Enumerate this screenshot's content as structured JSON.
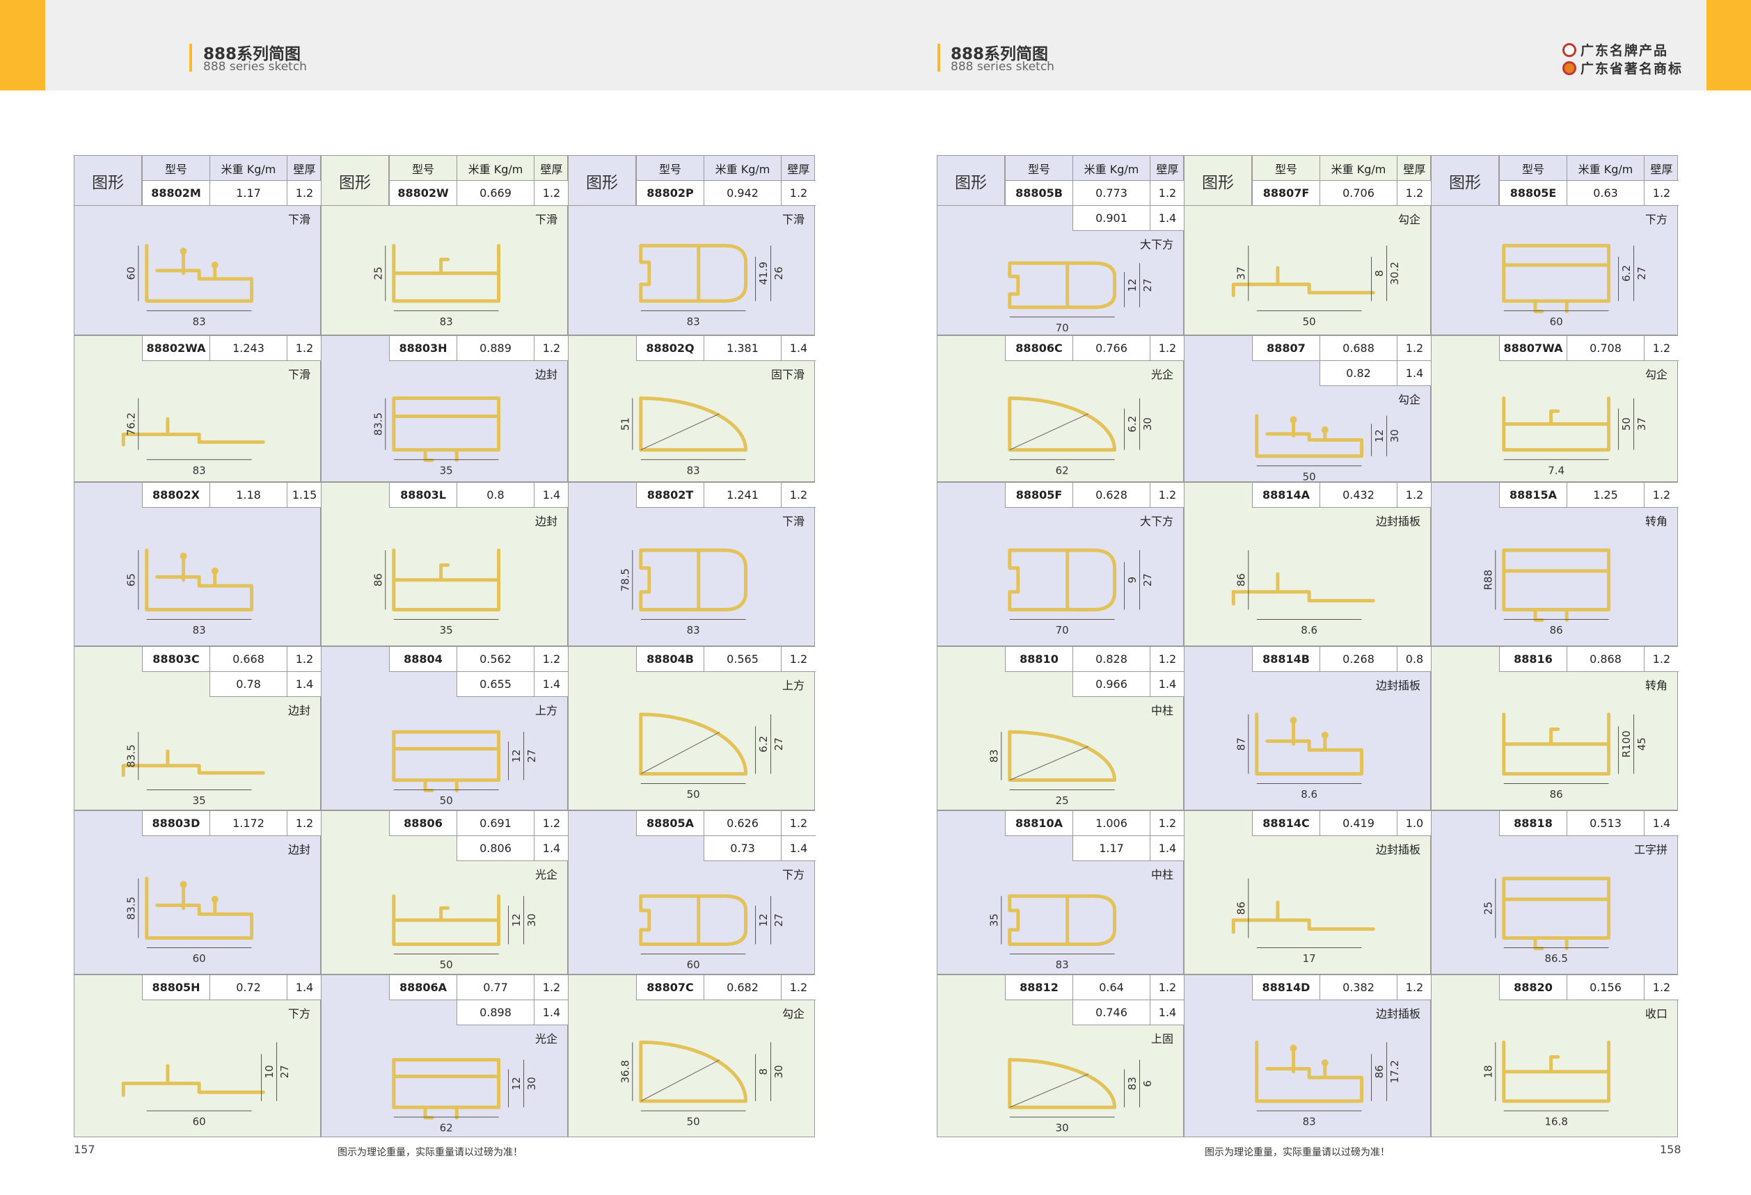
{
  "header": {
    "left": {
      "title": "888系列简图",
      "subtitle": "888 series sketch"
    },
    "right": {
      "title": "888系列简图",
      "subtitle": "888 series sketch"
    },
    "brand_lines": [
      "广东名牌产品",
      "广东省著名商标"
    ]
  },
  "columns": {
    "figure": "图形",
    "model": "型号",
    "weight": "米重 Kg/m",
    "thickness": "壁厚"
  },
  "footer": {
    "note": "图示为理论重量，实际重量请以过磅为准！",
    "page_left": "157",
    "page_right": "158"
  },
  "colors": {
    "accent": "#fbb92b",
    "profile": "#e3c25a",
    "cell_blue": "#e2e3f2",
    "cell_green": "#edf3e4"
  },
  "left_page": [
    [
      {
        "code": "88802M",
        "rows": [
          [
            "1.17",
            "1.2"
          ]
        ],
        "usage": "下滑",
        "dims": [
          "60",
          "83"
        ]
      },
      {
        "code": "88802W",
        "rows": [
          [
            "0.669",
            "1.2"
          ]
        ],
        "usage": "下滑",
        "dims": [
          "25",
          "83"
        ]
      },
      {
        "code": "88802P",
        "rows": [
          [
            "0.942",
            "1.2"
          ]
        ],
        "usage": "下滑",
        "dims": [
          "41.9",
          "26",
          "83"
        ]
      }
    ],
    [
      {
        "code": "88802WA",
        "rows": [
          [
            "1.243",
            "1.2"
          ]
        ],
        "usage": "下滑",
        "dims": [
          "76.2",
          "83"
        ]
      },
      {
        "code": "88803H",
        "rows": [
          [
            "0.889",
            "1.2"
          ]
        ],
        "usage": "边封",
        "dims": [
          "83.5",
          "35"
        ]
      },
      {
        "code": "88802Q",
        "rows": [
          [
            "1.381",
            "1.4"
          ]
        ],
        "usage": "固下滑",
        "dims": [
          "51",
          "83"
        ]
      }
    ],
    [
      {
        "code": "88802X",
        "rows": [
          [
            "1.18",
            "1.15"
          ]
        ],
        "usage": "",
        "dims": [
          "65",
          "83"
        ]
      },
      {
        "code": "88803L",
        "rows": [
          [
            "0.8",
            "1.4"
          ]
        ],
        "usage": "边封",
        "dims": [
          "86",
          "35"
        ]
      },
      {
        "code": "88802T",
        "rows": [
          [
            "1.241",
            "1.2"
          ]
        ],
        "usage": "下滑",
        "dims": [
          "78.5",
          "83"
        ]
      }
    ],
    [
      {
        "code": "88803C",
        "rows": [
          [
            "0.668",
            "1.2"
          ],
          [
            "0.78",
            "1.4"
          ]
        ],
        "usage": "边封",
        "dims": [
          "83.5",
          "35"
        ]
      },
      {
        "code": "88804",
        "rows": [
          [
            "0.562",
            "1.2"
          ],
          [
            "0.655",
            "1.4"
          ]
        ],
        "usage": "上方",
        "dims": [
          "12",
          "27",
          "50"
        ]
      },
      {
        "code": "88804B",
        "rows": [
          [
            "0.565",
            "1.2"
          ]
        ],
        "usage": "上方",
        "dims": [
          "6.2",
          "27",
          "50"
        ]
      }
    ],
    [
      {
        "code": "88803D",
        "rows": [
          [
            "1.172",
            "1.2"
          ]
        ],
        "usage": "边封",
        "dims": [
          "83.5",
          "60"
        ]
      },
      {
        "code": "88806",
        "rows": [
          [
            "0.691",
            "1.2"
          ],
          [
            "0.806",
            "1.4"
          ]
        ],
        "usage": "光企",
        "dims": [
          "12",
          "30",
          "50"
        ]
      },
      {
        "code": "88805A",
        "rows": [
          [
            "0.626",
            "1.2"
          ],
          [
            "0.73",
            "1.4"
          ]
        ],
        "usage": "下方",
        "dims": [
          "12",
          "27",
          "60"
        ]
      }
    ],
    [
      {
        "code": "88805H",
        "rows": [
          [
            "0.72",
            "1.4"
          ]
        ],
        "usage": "下方",
        "dims": [
          "10",
          "27",
          "60"
        ]
      },
      {
        "code": "88806A",
        "rows": [
          [
            "0.77",
            "1.2"
          ],
          [
            "0.898",
            "1.4"
          ]
        ],
        "usage": "光企",
        "dims": [
          "12",
          "30",
          "62"
        ]
      },
      {
        "code": "88807C",
        "rows": [
          [
            "0.682",
            "1.2"
          ]
        ],
        "usage": "勾企",
        "dims": [
          "36.8",
          "8",
          "30",
          "50"
        ]
      }
    ]
  ],
  "right_page": [
    [
      {
        "code": "88805B",
        "rows": [
          [
            "0.773",
            "1.2"
          ],
          [
            "0.901",
            "1.4"
          ]
        ],
        "usage": "大下方",
        "dims": [
          "12",
          "27",
          "70"
        ]
      },
      {
        "code": "88807F",
        "rows": [
          [
            "0.706",
            "1.2"
          ]
        ],
        "usage": "勾企",
        "dims": [
          "37",
          "8",
          "30.2",
          "50"
        ]
      },
      {
        "code": "88805E",
        "rows": [
          [
            "0.63",
            "1.2"
          ]
        ],
        "usage": "下方",
        "dims": [
          "6.2",
          "27",
          "60"
        ]
      }
    ],
    [
      {
        "code": "88806C",
        "rows": [
          [
            "0.766",
            "1.2"
          ]
        ],
        "usage": "光企",
        "dims": [
          "6.2",
          "30",
          "62"
        ]
      },
      {
        "code": "88807",
        "rows": [
          [
            "0.688",
            "1.2"
          ],
          [
            "0.82",
            "1.4"
          ]
        ],
        "usage": "勾企",
        "dims": [
          "12",
          "30",
          "50"
        ]
      },
      {
        "code": "88807WA",
        "rows": [
          [
            "0.708",
            "1.2"
          ]
        ],
        "usage": "勾企",
        "dims": [
          "50",
          "37",
          "7.4"
        ]
      }
    ],
    [
      {
        "code": "88805F",
        "rows": [
          [
            "0.628",
            "1.2"
          ]
        ],
        "usage": "大下方",
        "dims": [
          "9",
          "27",
          "70"
        ]
      },
      {
        "code": "88814A",
        "rows": [
          [
            "0.432",
            "1.2"
          ]
        ],
        "usage": "边封插板",
        "dims": [
          "86",
          "8.6"
        ]
      },
      {
        "code": "88815A",
        "rows": [
          [
            "1.25",
            "1.2"
          ]
        ],
        "usage": "转角",
        "dims": [
          "R88",
          "86"
        ]
      }
    ],
    [
      {
        "code": "88810",
        "rows": [
          [
            "0.828",
            "1.2"
          ],
          [
            "0.966",
            "1.4"
          ]
        ],
        "usage": "中柱",
        "dims": [
          "83",
          "25"
        ]
      },
      {
        "code": "88814B",
        "rows": [
          [
            "0.268",
            "0.8"
          ]
        ],
        "usage": "边封插板",
        "dims": [
          "87",
          "8.6"
        ]
      },
      {
        "code": "88816",
        "rows": [
          [
            "0.868",
            "1.2"
          ]
        ],
        "usage": "转角",
        "dims": [
          "R100",
          "45",
          "86"
        ]
      }
    ],
    [
      {
        "code": "88810A",
        "rows": [
          [
            "1.006",
            "1.2"
          ],
          [
            "1.17",
            "1.4"
          ]
        ],
        "usage": "中柱",
        "dims": [
          "35",
          "83"
        ]
      },
      {
        "code": "88814C",
        "rows": [
          [
            "0.419",
            "1.0"
          ]
        ],
        "usage": "边封插板",
        "dims": [
          "86",
          "17"
        ]
      },
      {
        "code": "88818",
        "rows": [
          [
            "0.513",
            "1.4"
          ]
        ],
        "usage": "工字拼",
        "dims": [
          "25",
          "86.5"
        ]
      }
    ],
    [
      {
        "code": "88812",
        "rows": [
          [
            "0.64",
            "1.2"
          ],
          [
            "0.746",
            "1.4"
          ]
        ],
        "usage": "上固",
        "dims": [
          "83",
          "6",
          "30"
        ]
      },
      {
        "code": "88814D",
        "rows": [
          [
            "0.382",
            "1.2"
          ]
        ],
        "usage": "边封插板",
        "dims": [
          "86",
          "17.2",
          "83"
        ]
      },
      {
        "code": "88820",
        "rows": [
          [
            "0.156",
            "1.2"
          ]
        ],
        "usage": "收口",
        "dims": [
          "18",
          "16.8"
        ]
      }
    ]
  ]
}
